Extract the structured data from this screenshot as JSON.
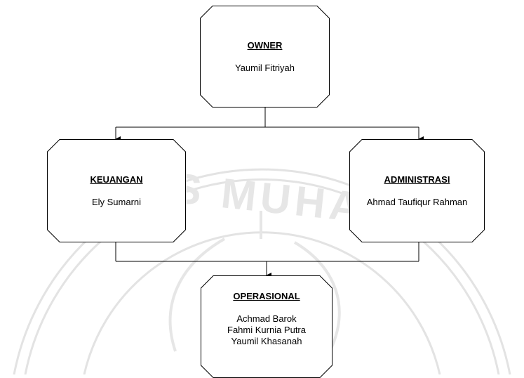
{
  "colors": {
    "line": "#000000",
    "node_fill": "#ffffff",
    "watermark": "#e3e3e3"
  },
  "watermark": {
    "text": "S MUHA"
  },
  "nodes": {
    "owner": {
      "title": "OWNER",
      "members": [
        "Yaumil Fitriyah"
      ]
    },
    "keuangan": {
      "title": "KEUANGAN",
      "members": [
        "Ely Sumarni"
      ]
    },
    "administrasi": {
      "title": "ADMINISTRASI",
      "members": [
        "Ahmad Taufiqur Rahman"
      ]
    },
    "operasional": {
      "title": "OPERASIONAL",
      "members": [
        "Achmad Barok",
        "Fahmi Kurnia Putra",
        "Yaumil Khasanah"
      ]
    }
  }
}
